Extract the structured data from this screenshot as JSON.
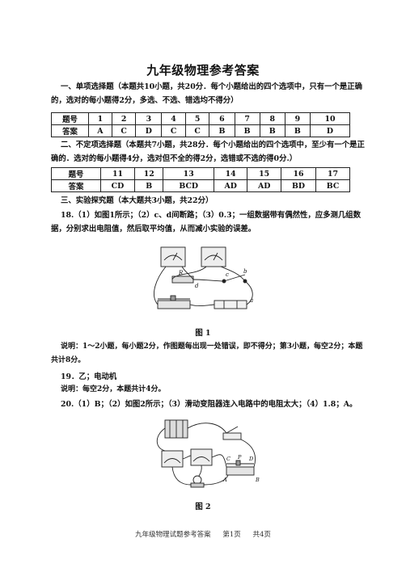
{
  "title": "九年级物理参考答案",
  "section1": {
    "heading": "一、单项选择题（本题共10小题，共20分．每个小题给出的四个选项中，只有一个是正确的，选对的每小题得2分，多选、不选、错选均不得分）",
    "row_label_q": "题号",
    "row_label_a": "答案",
    "numbers": [
      "1",
      "2",
      "3",
      "4",
      "5",
      "6",
      "7",
      "8",
      "9",
      "10"
    ],
    "answers": [
      "A",
      "C",
      "D",
      "C",
      "C",
      "B",
      "B",
      "B",
      "B",
      "D"
    ]
  },
  "section2": {
    "heading": "二、不定项选择题（本题共7小题，共28分．每个小题给出的四个选项中，至少有一个是正确的．选对的每小题得4分，选对但不全的得2分，选错或不选的得0分.）",
    "row_label_q": "题号",
    "row_label_a": "答案",
    "numbers": [
      "11",
      "12",
      "13",
      "14",
      "15",
      "16",
      "17"
    ],
    "answers": [
      "CD",
      "B",
      "BCD",
      "AD",
      "AD",
      "BD",
      "BC"
    ]
  },
  "section3": {
    "heading": "三、实验探究题（本大题共3小题，共22分）",
    "q18": "18.（1）如图1所示；（2）c、d间断路；（3）0.3；一组数据带有偶然性，应多测几组数据，分别求出电阻值，然后取平均值，从而减小实验的误差。",
    "fig1_caption": "图 1",
    "fig1_labels": [
      "R",
      "a",
      "b",
      "c",
      "d"
    ],
    "note1": "说明：1～2小题，每小题2分，作图题每出现一处错误，即不得分；第3小题，每空2分；本题共计8分。",
    "q19": "19．乙；电动机",
    "note2": "说明：每空2分，本题共计4分。",
    "q20": "20.（1）B；（2）如图2所示；（3）滑动变阻器连入电路中的电阻太大；（4）1.8；A。",
    "fig2_caption": "图 2",
    "fig2_labels": [
      "C",
      "P",
      "D",
      "A",
      "B"
    ]
  },
  "footer": {
    "doc": "九年级物理试题参考答案",
    "page": "第1页",
    "total": "共4页"
  }
}
